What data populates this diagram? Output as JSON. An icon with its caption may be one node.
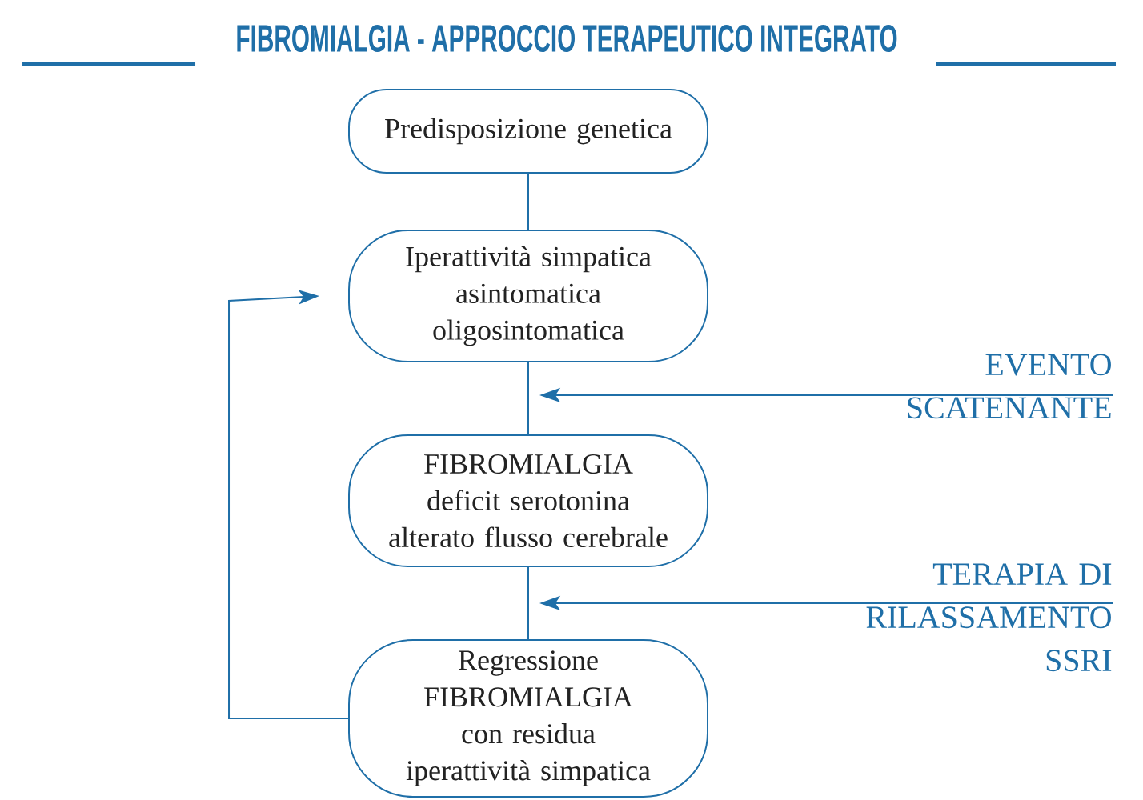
{
  "diagram": {
    "title": "FIBROMIALGIA - APPROCCIO TERAPEUTICO INTEGRATO",
    "nodes": [
      {
        "text": [
          "Predisposizione genetica"
        ]
      },
      {
        "text": [
          "Iperattività simpatica",
          "asintomatica",
          "oligosintomatica"
        ]
      },
      {
        "text": [
          "FIBROMIALGIA",
          "deficit serotonina",
          "alterato flusso cerebrale"
        ]
      },
      {
        "text": [
          "Regressione FIBROMIALGIA",
          "con residua iperattività simpatica"
        ]
      },
      {
        "text": [
          "EVENTO SCATENANTE"
        ]
      },
      {
        "text": [
          "TERAPIA DI RILASSAMENTO SSRI"
        ]
      }
    ],
    "edges": [
      {
        "from": 0,
        "to": 1,
        "arrow": "none"
      },
      {
        "from": 1,
        "to": 2,
        "arrow": "none"
      },
      {
        "from": 2,
        "to": 3,
        "arrow": "none"
      },
      {
        "from": 3,
        "to": 1,
        "arrow": "to"
      },
      {
        "from": 4,
        "to": null,
        "arrow": "to"
      },
      {
        "from": 5,
        "to": null,
        "arrow": "to"
      }
    ]
  }
}
